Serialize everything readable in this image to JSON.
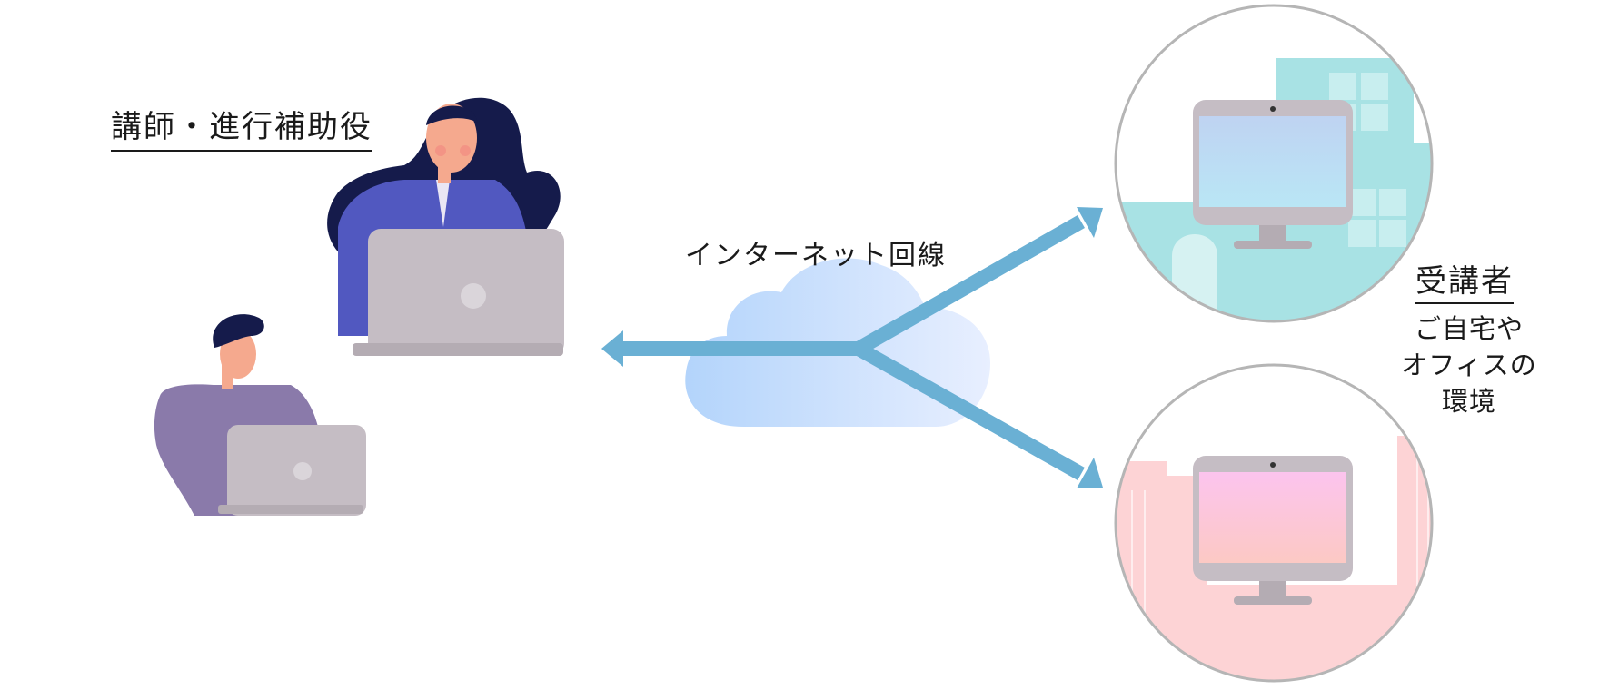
{
  "labels": {
    "instructor": "講師・進行補助役",
    "network": "インターネット回線",
    "learners": "受講者",
    "learner_env": [
      "ご自宅や",
      "オフィスの",
      "環境"
    ]
  },
  "colors": {
    "arrow": "#6ab0d4",
    "cloud_start": "#b3d4fb",
    "cloud_end": "#e8efff",
    "woman_suit": "#5158c0",
    "hair": "#151b4b",
    "man_suit": "#8a7aaa",
    "laptop": "#c5bdc4",
    "skin": "#f5a98e",
    "circle_border": "#b5b5b5",
    "office_bg": "#a8e2e4",
    "home_bg": "#fdd3d5",
    "screen_blue": "#bfd9f4",
    "screen_pink": "#fbc7e6"
  },
  "icons": [
    "cloud-icon",
    "instructor-woman-illustration",
    "assistant-man-illustration",
    "office-monitor-illustration",
    "home-monitor-illustration"
  ]
}
